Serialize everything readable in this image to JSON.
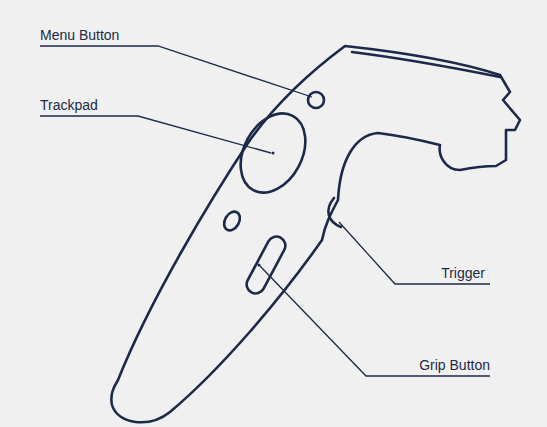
{
  "diagram": {
    "labels": [
      "Menu Button",
      "Trackpad",
      "Trigger",
      "Grip Button"
    ]
  }
}
